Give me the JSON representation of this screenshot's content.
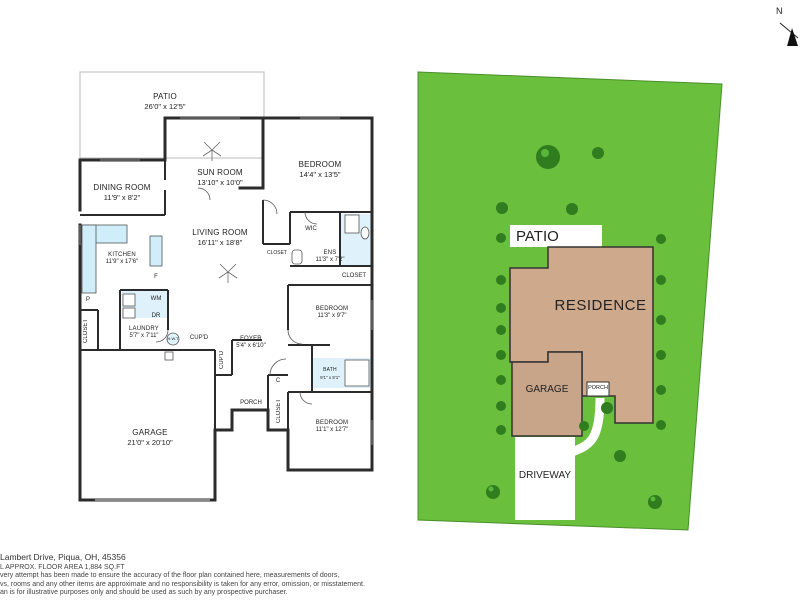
{
  "floor_plan": {
    "rooms": [
      {
        "id": "patio",
        "name": "PATIO",
        "size": "26'0\" x 12'5\""
      },
      {
        "id": "sun-room",
        "name": "SUN ROOM",
        "size": "13'10\" x 10'0\""
      },
      {
        "id": "bedroom-1",
        "name": "BEDROOM",
        "size": "14'4\" x 13'5\""
      },
      {
        "id": "dining-room",
        "name": "DINING ROOM",
        "size": "11'9\" x 8'2\""
      },
      {
        "id": "living-room",
        "name": "LIVING ROOM",
        "size": "16'11\" x 18'8\""
      },
      {
        "id": "kitchen",
        "name": "KITCHEN",
        "size": "11'9\" x 17'6\""
      },
      {
        "id": "ensuite",
        "name": "ENS",
        "size": "11'3\" x 7'2\""
      },
      {
        "id": "bedroom-2",
        "name": "BEDROOM",
        "size": "11'3\" x 9'7\""
      },
      {
        "id": "laundry",
        "name": "LAUNDRY",
        "size": "5'7\" x 7'11\""
      },
      {
        "id": "foyer",
        "name": "FOYER",
        "size": "5'4\" x 6'10\""
      },
      {
        "id": "bath",
        "name": "BATH",
        "size": "9'1\" x 5'1\""
      },
      {
        "id": "garage",
        "name": "GARAGE",
        "size": "21'0\" x 20'10\""
      },
      {
        "id": "bedroom-3",
        "name": "BEDROOM",
        "size": "11'1\" x 12'7\""
      }
    ],
    "small_labels": {
      "wic": "WIC",
      "closet_a": "CLOSET",
      "closet_b": "CLOSET",
      "closet_c": "CLOSET",
      "closet_d": "CLOSET",
      "cupd_a": "CUP'D",
      "cupd_b": "CUP'D",
      "porch": "PORCH",
      "wm": "WM",
      "dr": "DR",
      "hwt": "H.W.T",
      "f": "F",
      "p": "P",
      "c": "C"
    }
  },
  "site_plan": {
    "patio": "PATIO",
    "residence": "RESIDENCE",
    "garage": "GARAGE",
    "porch": "PORCH",
    "driveway": "DRIVEWAY",
    "colors": {
      "lawn": "#6abf3c",
      "lawn_edge": "#4a8f2a",
      "house": "#cfa98c",
      "garage": "#c8a489",
      "pavement": "#ffffff",
      "tree": "#2f7d1e",
      "tree_highlight": "#57b83a"
    }
  },
  "compass": {
    "label": "N"
  },
  "footer": {
    "address": "Lambert Drive, Piqua, OH, 45356",
    "area": "L APPROX. FLOOR AREA 1,884 SQ.FT",
    "disclaimer_1": "very attempt has been made to ensure the accuracy of the floor plan contained here, measurements of doors,",
    "disclaimer_2": "vs, rooms and any other items are approximate and no responsibility is taken for any error, omission, or misstatement.",
    "disclaimer_3": "an is for illustrative purposes only and should be used as such by any prospective purchaser."
  }
}
